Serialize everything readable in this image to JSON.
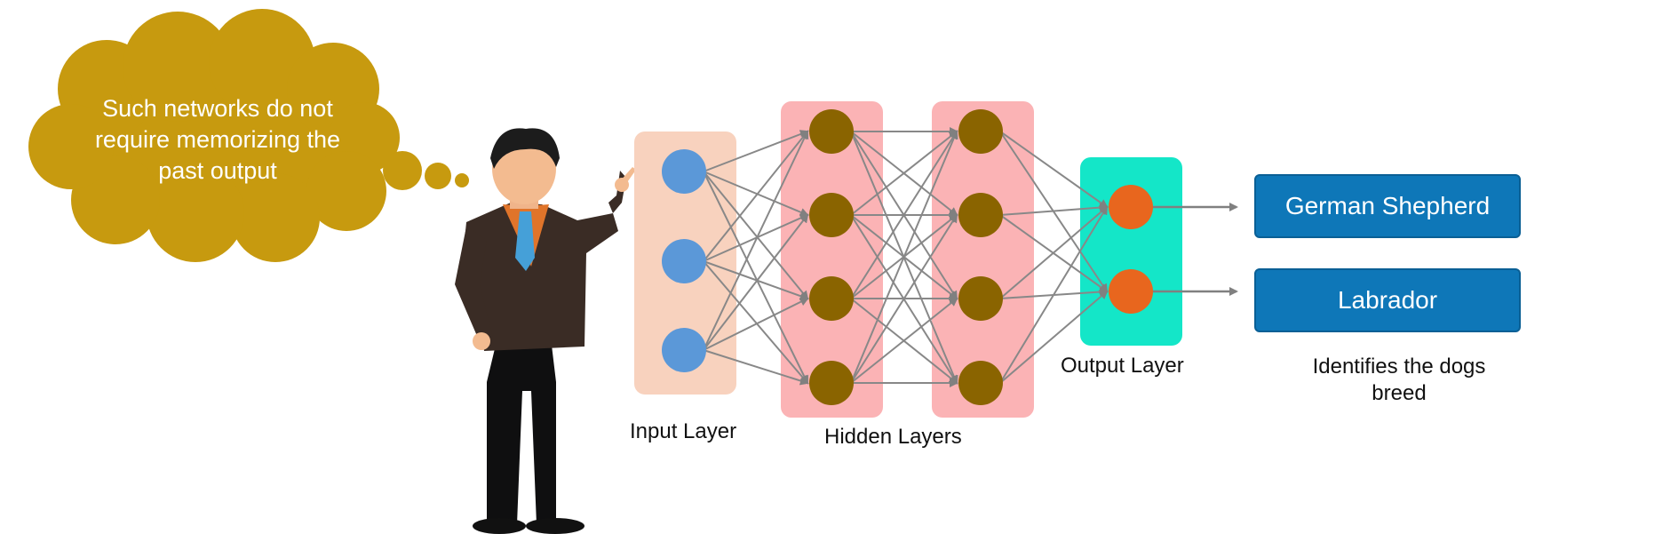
{
  "thought_bubble": {
    "text": "Such networks do not require memorizing the past output"
  },
  "layers": {
    "input_label": "Input Layer",
    "hidden_label": "Hidden Layers",
    "output_label": "Output Layer"
  },
  "outputs": {
    "breed_1": "German Shepherd",
    "breed_2": "Labrador",
    "caption": "Identifies the dogs breed"
  },
  "colors": {
    "thought_bubble": "#c79a0f",
    "input_panel": "#f8d2be",
    "input_node": "#5b98d8",
    "hidden_panel": "#fbb3b5",
    "hidden_node": "#8a6400",
    "output_panel": "#14e6c8",
    "output_node": "#e8661e",
    "breed_box": "#0e77b8",
    "connection": "#888888"
  }
}
